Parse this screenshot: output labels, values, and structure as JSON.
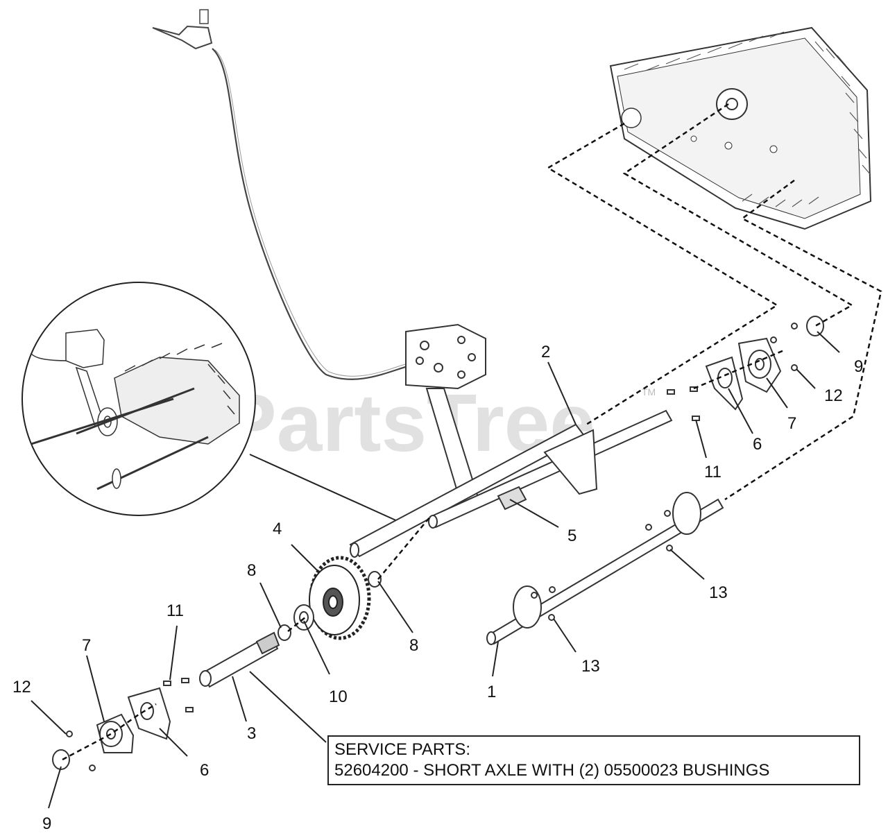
{
  "watermark": {
    "text": "PartsTree",
    "mark": "TM"
  },
  "service_parts": {
    "heading": "SERVICE PARTS:",
    "line": "52604200 - SHORT AXLE WITH (2) 05500023 BUSHINGS"
  },
  "callouts": {
    "c1": "1",
    "c2": "2",
    "c3": "3",
    "c4": "4",
    "c5": "5",
    "c6a": "6",
    "c6b": "6",
    "c7a": "7",
    "c7b": "7",
    "c8a": "8",
    "c8b": "8",
    "c9a": "9",
    "c9b": "9",
    "c10": "10",
    "c11a": "11",
    "c11b": "11",
    "c12a": "12",
    "c12b": "12",
    "c13a": "13",
    "c13b": "13"
  }
}
